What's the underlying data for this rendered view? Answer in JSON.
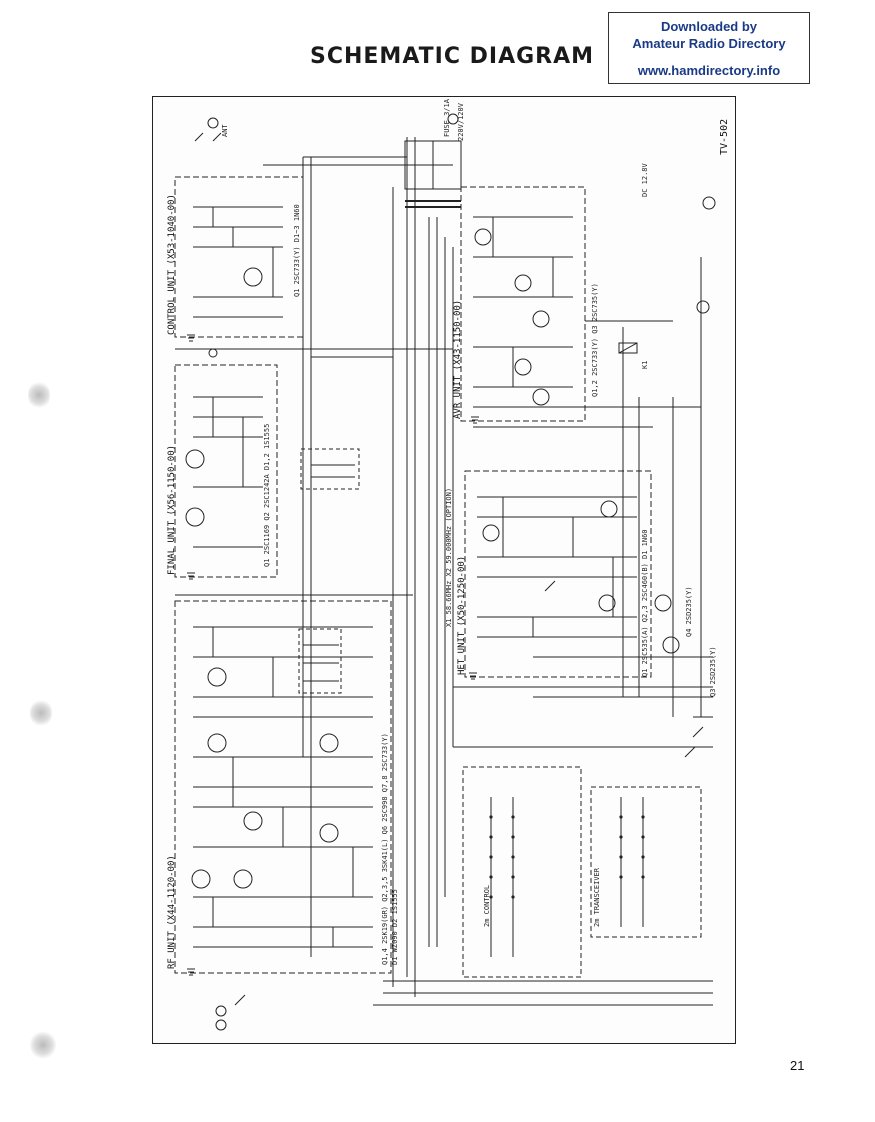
{
  "page": {
    "title": "SCHEMATIC DIAGRAM",
    "badge_line1": "Downloaded by",
    "badge_line2": "Amateur Radio Directory",
    "badge_line3": "www.hamdirectory.info",
    "page_number": "21"
  },
  "diagram": {
    "model": "TV-502",
    "units": {
      "control": "CONTROL UNIT (X53-1040-00)",
      "final": "FINAL UNIT (X56-1150-00)",
      "rf": "RF UNIT (X44-1120-00)",
      "avr": "AVR UNIT (X43-1150-00)",
      "het": "HET UNIT (X50-1250-00)"
    },
    "notes": {
      "control_parts": "Q1 2SC733(Y)  D1~3 1N60",
      "final_parts": "Q1 2SC1169  Q2 2SC1242A  D1,2 1S1555",
      "het_crystal": "X1 58.66MHz  X2 59.000MHz (OPTION)",
      "het_parts": "Q1 2SC535(A)  Q2,3 2SC460(B)  D1 1N60",
      "rf_parts": "Q1,4 2SK19(GR)  Q2,3,5 3SK41(L)  Q6 2SC998  Q7,8 2SC733(Y)",
      "rf_diodes": "D1 WZ090  D2 1S1555",
      "avr_parts": "Q1,2 2SC733(Y)  Q3 2SC735(Y)",
      "fuse": "FUSE 3/1A",
      "power": "220V/120V",
      "jack_ant": "ANT",
      "jack_dc": "DC 12.8V",
      "relay": "K1",
      "switch_control": "2m CONTROL",
      "switch_trans": "2m TRANSCEIVER",
      "ext_q": "Q3 2SD235(Y)",
      "ext_q4": "Q4 2SD235(Y)"
    }
  }
}
